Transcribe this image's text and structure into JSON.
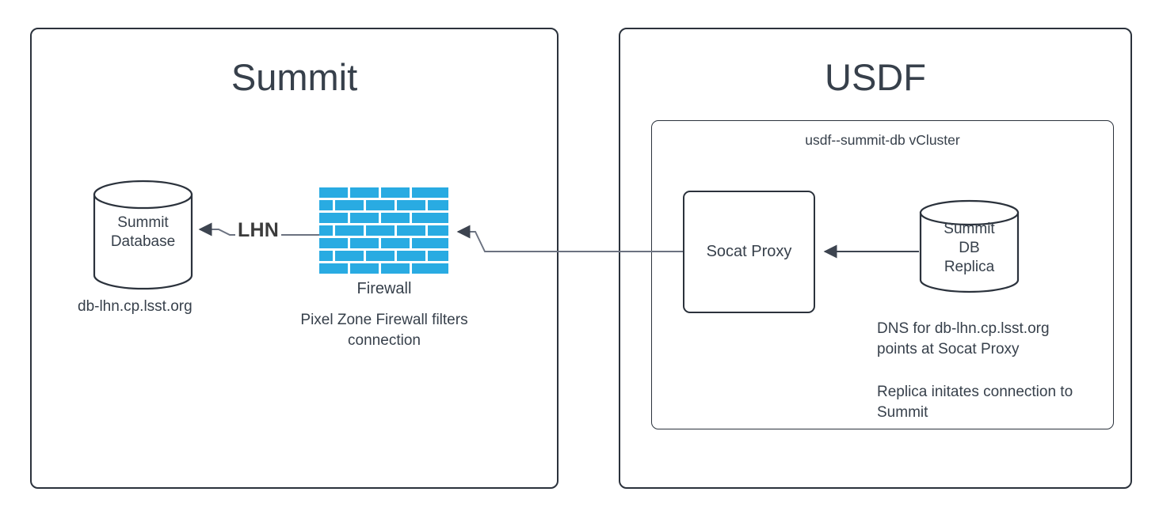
{
  "diagram": {
    "title_summit": "Summit",
    "title_usdf": "USDF"
  },
  "summit_zone": {
    "label": "Summit",
    "database": {
      "name": "Summit\nDatabase",
      "hostname": "db-lhn.cp.lsst.org"
    },
    "firewall": {
      "label": "Firewall",
      "description": "Pixel Zone Firewall filters\nconnection",
      "brick_color": "#29abe2"
    },
    "edge_label": "LHN"
  },
  "usdf_zone": {
    "label": "USDF",
    "vcluster": {
      "label": "usdf--summit-db vCluster",
      "proxy": {
        "label": "Socat Proxy"
      },
      "replica": {
        "name": "Summit\nDB\nReplica"
      },
      "notes": [
        "DNS for db-lhn.cp.lsst.org\npoints at Socat Proxy",
        "Replica initates connection to\nSummit"
      ]
    }
  },
  "style": {
    "stroke": "#2b323c",
    "connector_stroke": "#6b7280",
    "arrow_fill": "#3d4450",
    "text": "#37404b",
    "background": "#ffffff"
  }
}
